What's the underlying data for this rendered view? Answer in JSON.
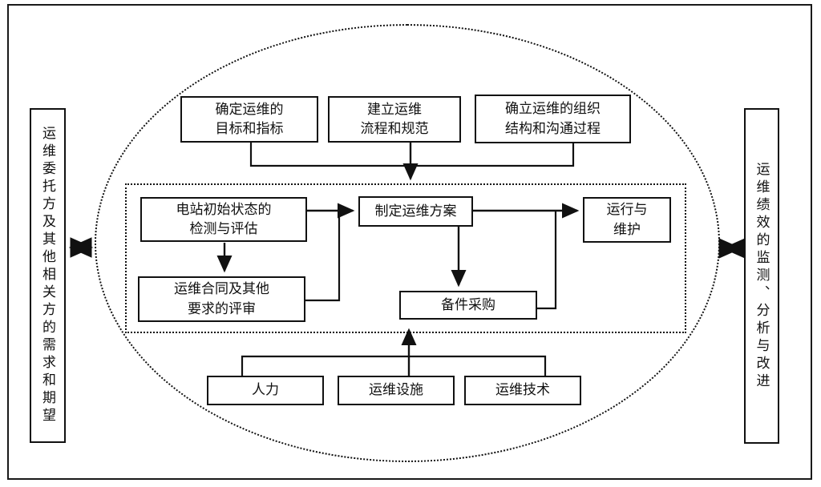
{
  "diagram": {
    "left_panel": "运维委托方及其他相关方的需求和期望",
    "right_panel": "运维绩效的监测、分析与改进",
    "top_row": [
      {
        "label": "确定运维的\n目标和指标"
      },
      {
        "label": "建立运维\n流程和规范"
      },
      {
        "label": "确立运维的组织\n结构和沟通过程"
      }
    ],
    "core": {
      "assess": "电站初始状态的\n检测与评估",
      "review": "运维合同及其他\n要求的评审",
      "plan": "制定运维方案",
      "operate": "运行与\n维护",
      "spare": "备件采购"
    },
    "resources": [
      {
        "label": "人力"
      },
      {
        "label": "运维设施"
      },
      {
        "label": "运维技术"
      }
    ],
    "colors": {
      "line": "#111111",
      "background": "#ffffff"
    }
  }
}
